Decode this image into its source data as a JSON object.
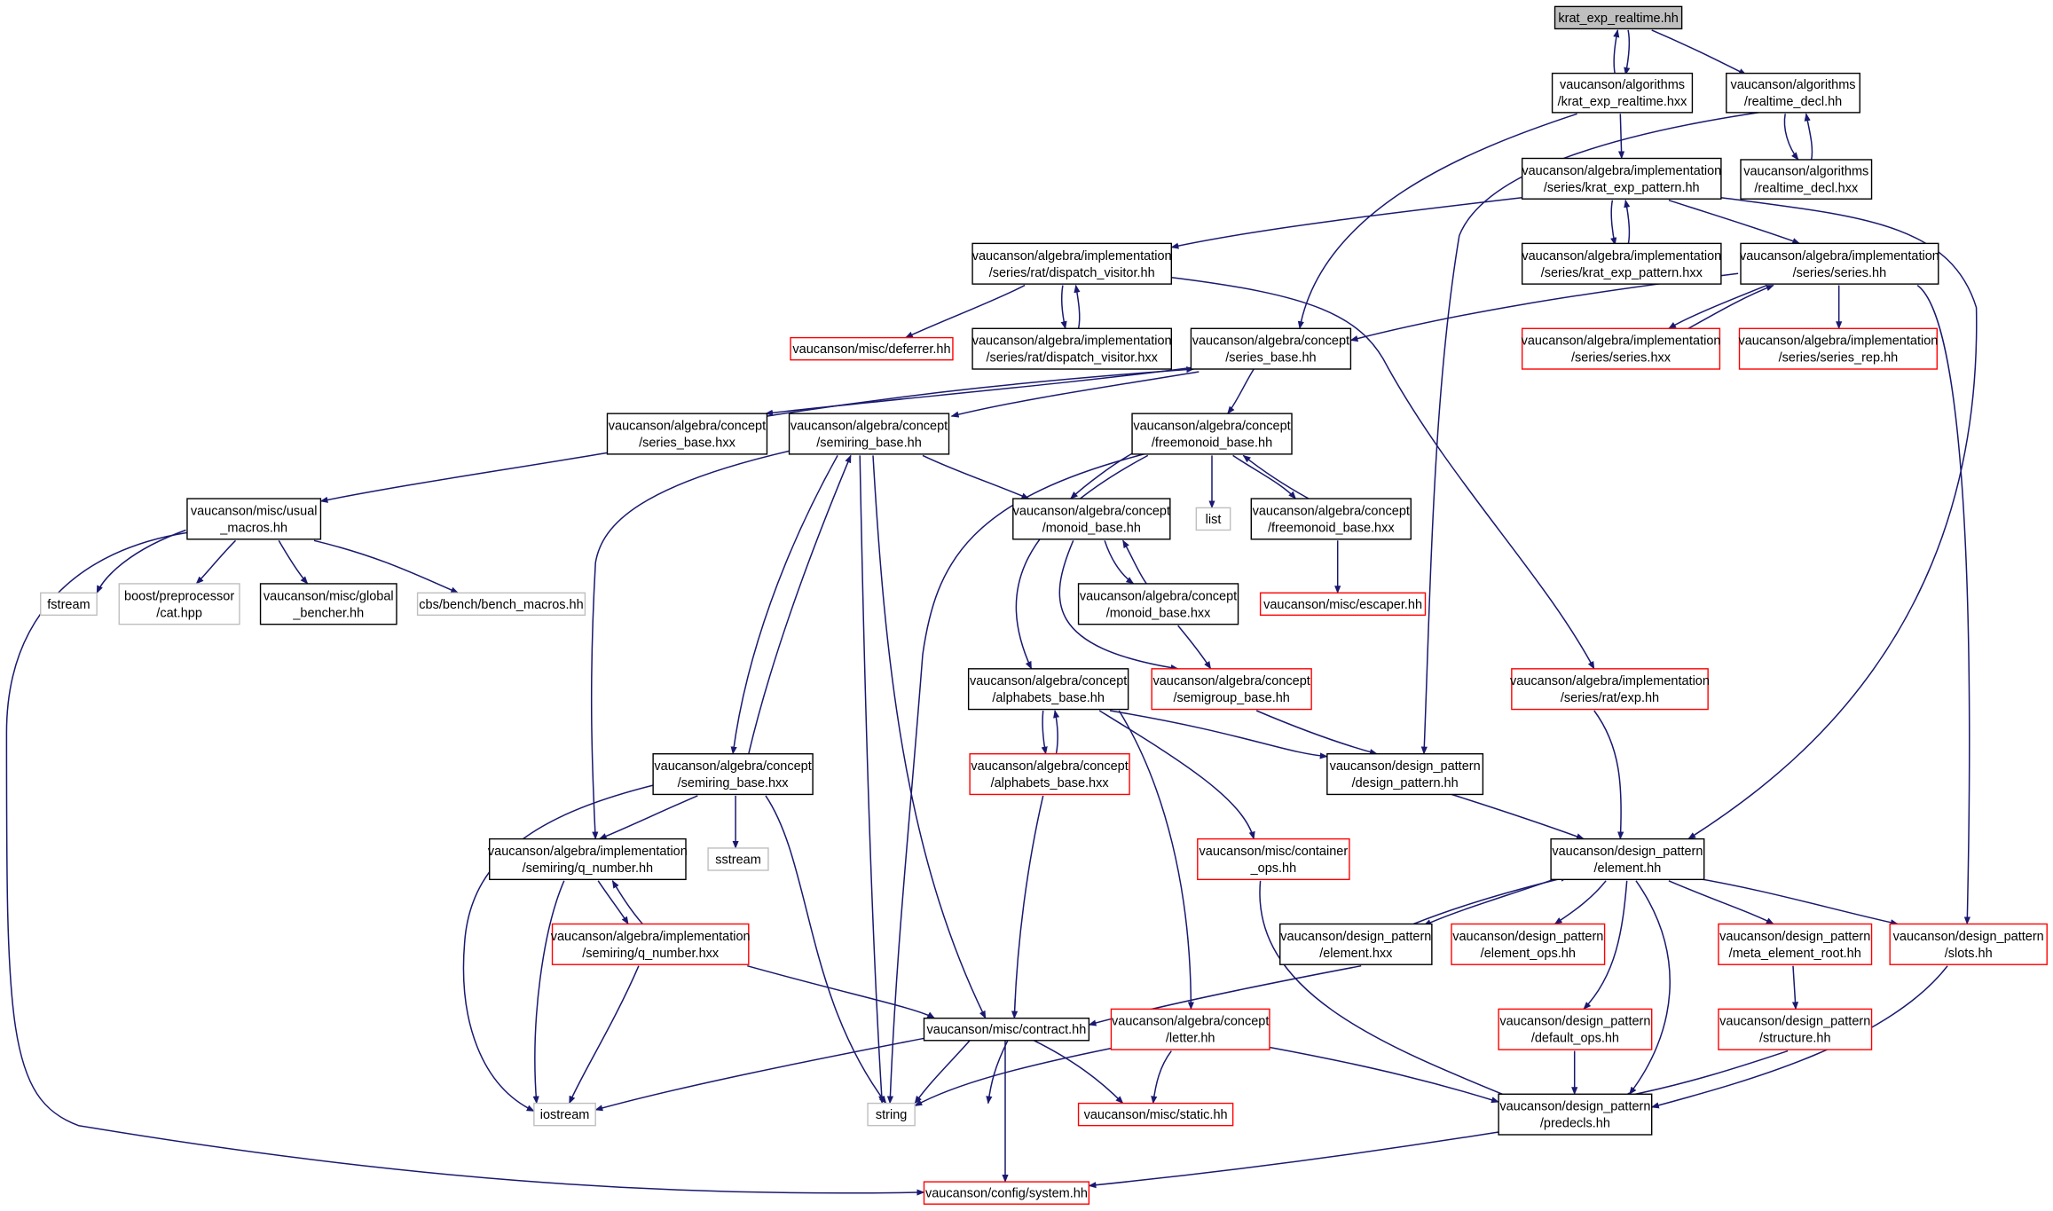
{
  "colors": {
    "edge": "#191970",
    "black": "#000000",
    "red": "#ff0000",
    "gray": "#bfbfbf",
    "root_fill": "#bfbfbf"
  },
  "nodes": [
    {
      "id": "root",
      "lines": [
        "krat_exp_realtime.hh"
      ],
      "style": "root"
    },
    {
      "id": "alg_krat_hxx",
      "lines": [
        "vaucanson/algorithms",
        "/krat_exp_realtime.hxx"
      ],
      "style": "black"
    },
    {
      "id": "alg_realtime_decl",
      "lines": [
        "vaucanson/algorithms",
        "/realtime_decl.hh"
      ],
      "style": "black"
    },
    {
      "id": "alg_realtime_decl_hxx",
      "lines": [
        "vaucanson/algorithms",
        "/realtime_decl.hxx"
      ],
      "style": "black"
    },
    {
      "id": "impl_krat_pattern",
      "lines": [
        "vaucanson/algebra/implementation",
        "/series/krat_exp_pattern.hh"
      ],
      "style": "black"
    },
    {
      "id": "impl_krat_pattern_hxx",
      "lines": [
        "vaucanson/algebra/implementation",
        "/series/krat_exp_pattern.hxx"
      ],
      "style": "black"
    },
    {
      "id": "impl_dispatch",
      "lines": [
        "vaucanson/algebra/implementation",
        "/series/rat/dispatch_visitor.hh"
      ],
      "style": "black"
    },
    {
      "id": "impl_dispatch_hxx",
      "lines": [
        "vaucanson/algebra/implementation",
        "/series/rat/dispatch_visitor.hxx"
      ],
      "style": "black"
    },
    {
      "id": "deferrer",
      "lines": [
        "vaucanson/misc/deferrer.hh"
      ],
      "style": "red"
    },
    {
      "id": "impl_series",
      "lines": [
        "vaucanson/algebra/implementation",
        "/series/series.hh"
      ],
      "style": "black"
    },
    {
      "id": "impl_series_hxx",
      "lines": [
        "vaucanson/algebra/implementation",
        "/series/series.hxx"
      ],
      "style": "red"
    },
    {
      "id": "impl_series_rep",
      "lines": [
        "vaucanson/algebra/implementation",
        "/series/series_rep.hh"
      ],
      "style": "red"
    },
    {
      "id": "series_base",
      "lines": [
        "vaucanson/algebra/concept",
        "/series_base.hh"
      ],
      "style": "black"
    },
    {
      "id": "series_base_hxx",
      "lines": [
        "vaucanson/algebra/concept",
        "/series_base.hxx"
      ],
      "style": "black"
    },
    {
      "id": "semiring_base",
      "lines": [
        "vaucanson/algebra/concept",
        "/semiring_base.hh"
      ],
      "style": "black"
    },
    {
      "id": "freemonoid_base",
      "lines": [
        "vaucanson/algebra/concept",
        "/freemonoid_base.hh"
      ],
      "style": "black"
    },
    {
      "id": "usual_macros",
      "lines": [
        "vaucanson/misc/usual",
        "_macros.hh"
      ],
      "style": "black"
    },
    {
      "id": "monoid_base",
      "lines": [
        "vaucanson/algebra/concept",
        "/monoid_base.hh"
      ],
      "style": "black"
    },
    {
      "id": "list",
      "lines": [
        "list"
      ],
      "style": "gray"
    },
    {
      "id": "freemonoid_base_hxx",
      "lines": [
        "vaucanson/algebra/concept",
        "/freemonoid_base.hxx"
      ],
      "style": "black"
    },
    {
      "id": "fstream",
      "lines": [
        "fstream"
      ],
      "style": "gray"
    },
    {
      "id": "boost_cat",
      "lines": [
        "boost/preprocessor",
        "/cat.hpp"
      ],
      "style": "gray"
    },
    {
      "id": "global_bencher",
      "lines": [
        "vaucanson/misc/global",
        "_bencher.hh"
      ],
      "style": "black"
    },
    {
      "id": "cbs_bench",
      "lines": [
        "cbs/bench/bench_macros.hh"
      ],
      "style": "gray"
    },
    {
      "id": "monoid_base_hxx",
      "lines": [
        "vaucanson/algebra/concept",
        "/monoid_base.hxx"
      ],
      "style": "black"
    },
    {
      "id": "escaper",
      "lines": [
        "vaucanson/misc/escaper.hh"
      ],
      "style": "red"
    },
    {
      "id": "alphabets_base",
      "lines": [
        "vaucanson/algebra/concept",
        "/alphabets_base.hh"
      ],
      "style": "black"
    },
    {
      "id": "semigroup_base",
      "lines": [
        "vaucanson/algebra/concept",
        "/semigroup_base.hh"
      ],
      "style": "red"
    },
    {
      "id": "rat_exp",
      "lines": [
        "vaucanson/algebra/implementation",
        "/series/rat/exp.hh"
      ],
      "style": "red"
    },
    {
      "id": "semiring_base_hxx",
      "lines": [
        "vaucanson/algebra/concept",
        "/semiring_base.hxx"
      ],
      "style": "black"
    },
    {
      "id": "alphabets_base_hxx",
      "lines": [
        "vaucanson/algebra/concept",
        "/alphabets_base.hxx"
      ],
      "style": "red"
    },
    {
      "id": "design_pattern",
      "lines": [
        "vaucanson/design_pattern",
        "/design_pattern.hh"
      ],
      "style": "black"
    },
    {
      "id": "q_number",
      "lines": [
        "vaucanson/algebra/implementation",
        "/semiring/q_number.hh"
      ],
      "style": "black"
    },
    {
      "id": "sstream",
      "lines": [
        "sstream"
      ],
      "style": "gray"
    },
    {
      "id": "container_ops",
      "lines": [
        "vaucanson/misc/container",
        "_ops.hh"
      ],
      "style": "red"
    },
    {
      "id": "element",
      "lines": [
        "vaucanson/design_pattern",
        "/element.hh"
      ],
      "style": "black"
    },
    {
      "id": "q_number_hxx",
      "lines": [
        "vaucanson/algebra/implementation",
        "/semiring/q_number.hxx"
      ],
      "style": "red"
    },
    {
      "id": "element_hxx",
      "lines": [
        "vaucanson/design_pattern",
        "/element.hxx"
      ],
      "style": "black"
    },
    {
      "id": "element_ops",
      "lines": [
        "vaucanson/design_pattern",
        "/element_ops.hh"
      ],
      "style": "red"
    },
    {
      "id": "meta_element_root",
      "lines": [
        "vaucanson/design_pattern",
        "/meta_element_root.hh"
      ],
      "style": "red"
    },
    {
      "id": "slots",
      "lines": [
        "vaucanson/design_pattern",
        "/slots.hh"
      ],
      "style": "red"
    },
    {
      "id": "contract",
      "lines": [
        "vaucanson/misc/contract.hh"
      ],
      "style": "black"
    },
    {
      "id": "letter",
      "lines": [
        "vaucanson/algebra/concept",
        "/letter.hh"
      ],
      "style": "red"
    },
    {
      "id": "default_ops",
      "lines": [
        "vaucanson/design_pattern",
        "/default_ops.hh"
      ],
      "style": "red"
    },
    {
      "id": "structure",
      "lines": [
        "vaucanson/design_pattern",
        "/structure.hh"
      ],
      "style": "red"
    },
    {
      "id": "iostream",
      "lines": [
        "iostream"
      ],
      "style": "gray"
    },
    {
      "id": "string",
      "lines": [
        "string"
      ],
      "style": "gray"
    },
    {
      "id": "static",
      "lines": [
        "vaucanson/misc/static.hh"
      ],
      "style": "red"
    },
    {
      "id": "predecls",
      "lines": [
        "vaucanson/design_pattern",
        "/predecls.hh"
      ],
      "style": "black"
    },
    {
      "id": "system",
      "lines": [
        "vaucanson/config/system.hh"
      ],
      "style": "red"
    }
  ]
}
